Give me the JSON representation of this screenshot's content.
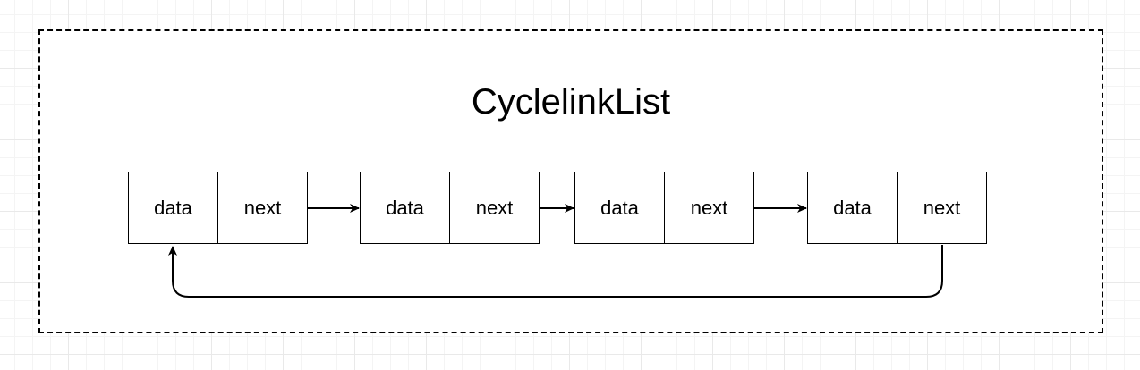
{
  "diagram": {
    "title": "CyclelinkList",
    "nodes": [
      {
        "data_label": "data",
        "next_label": "next"
      },
      {
        "data_label": "data",
        "next_label": "next"
      },
      {
        "data_label": "data",
        "next_label": "next"
      },
      {
        "data_label": "data",
        "next_label": "next"
      }
    ],
    "edges": [
      {
        "from": 0,
        "to": 1
      },
      {
        "from": 1,
        "to": 2
      },
      {
        "from": 2,
        "to": 3
      },
      {
        "from": 3,
        "to": 0,
        "kind": "cycle-back"
      }
    ],
    "colors": {
      "stroke": "#000000",
      "background": "#ffffff",
      "grid": "#e9e9e9"
    }
  }
}
